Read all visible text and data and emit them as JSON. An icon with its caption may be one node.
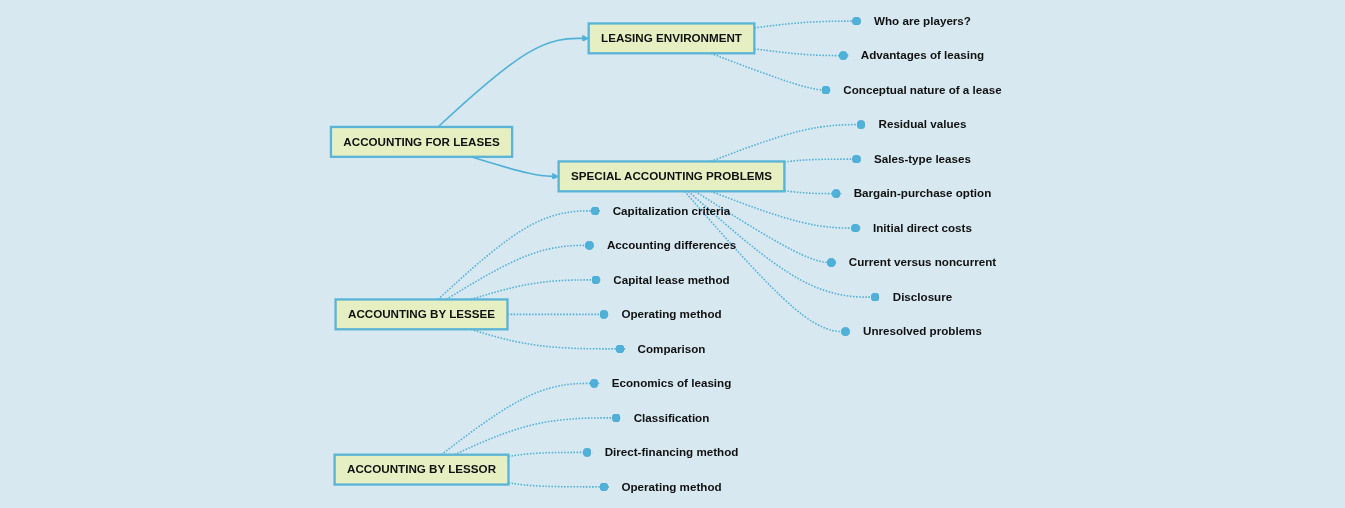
{
  "diagram": {
    "nodes": [
      {
        "text": [
          "ACCOUNTING FOR LEASES"
        ]
      },
      {
        "text": [
          "LEASING ENVIRONMENT"
        ]
      },
      {
        "text": [
          "ACCOUNTING BY LESSEE"
        ]
      },
      {
        "text": [
          "ACCOUNTING BY LESSOR"
        ]
      },
      {
        "text": [
          "SPECIAL ACCOUNTING PROBLEMS"
        ]
      },
      {
        "text": [
          "Who are players?"
        ]
      },
      {
        "text": [
          "Advantages of leasing"
        ]
      },
      {
        "text": [
          "Conceptual nature of a lease"
        ]
      },
      {
        "text": [
          "Capitalization criteria"
        ]
      },
      {
        "text": [
          "Accounting differences"
        ]
      },
      {
        "text": [
          "Capital lease method"
        ]
      },
      {
        "text": [
          "Operating method"
        ]
      },
      {
        "text": [
          "Comparison"
        ]
      },
      {
        "text": [
          "Economics of leasing"
        ]
      },
      {
        "text": [
          "Classification"
        ]
      },
      {
        "text": [
          "Direct-financing method"
        ]
      },
      {
        "text": [
          "Operating method"
        ]
      },
      {
        "text": [
          "Residual values"
        ]
      },
      {
        "text": [
          "Sales-type leases"
        ]
      },
      {
        "text": [
          "Bargain-purchase option"
        ]
      },
      {
        "text": [
          "Initial direct costs"
        ]
      },
      {
        "text": [
          "Current versus noncurrent"
        ]
      },
      {
        "text": [
          "Disclosure"
        ]
      },
      {
        "text": [
          "Unresolved problems"
        ]
      }
    ],
    "edges": [
      {
        "from": 0,
        "to": 1,
        "arrow": "to"
      },
      {
        "from": 0,
        "to": 4,
        "arrow": "to"
      },
      {
        "from": 1,
        "to": 5,
        "arrow": "other",
        "style": "dashed"
      },
      {
        "from": 1,
        "to": 6,
        "arrow": "other",
        "style": "dashed"
      },
      {
        "from": 1,
        "to": 7,
        "arrow": "other",
        "style": "dashed"
      },
      {
        "from": 2,
        "to": 8,
        "arrow": "other",
        "style": "dashed"
      },
      {
        "from": 2,
        "to": 9,
        "arrow": "other",
        "style": "dashed"
      },
      {
        "from": 2,
        "to": 10,
        "arrow": "other",
        "style": "dashed"
      },
      {
        "from": 2,
        "to": 11,
        "arrow": "other",
        "style": "dashed"
      },
      {
        "from": 2,
        "to": 12,
        "arrow": "other",
        "style": "dashed"
      },
      {
        "from": 3,
        "to": 13,
        "arrow": "other",
        "style": "dashed"
      },
      {
        "from": 3,
        "to": 14,
        "arrow": "other",
        "style": "dashed"
      },
      {
        "from": 3,
        "to": 15,
        "arrow": "other",
        "style": "dashed"
      },
      {
        "from": 3,
        "to": 16,
        "arrow": "other",
        "style": "dashed"
      },
      {
        "from": 4,
        "to": 17,
        "arrow": "other",
        "style": "dashed"
      },
      {
        "from": 4,
        "to": 18,
        "arrow": "other",
        "style": "dashed"
      },
      {
        "from": 4,
        "to": 19,
        "arrow": "other",
        "style": "dashed"
      },
      {
        "from": 4,
        "to": 20,
        "arrow": "other",
        "style": "dashed"
      },
      {
        "from": 4,
        "to": 21,
        "arrow": "other",
        "style": "dashed"
      },
      {
        "from": 4,
        "to": 22,
        "arrow": "other",
        "style": "dashed"
      },
      {
        "from": 4,
        "to": 23,
        "arrow": "other",
        "style": "dashed"
      }
    ]
  }
}
